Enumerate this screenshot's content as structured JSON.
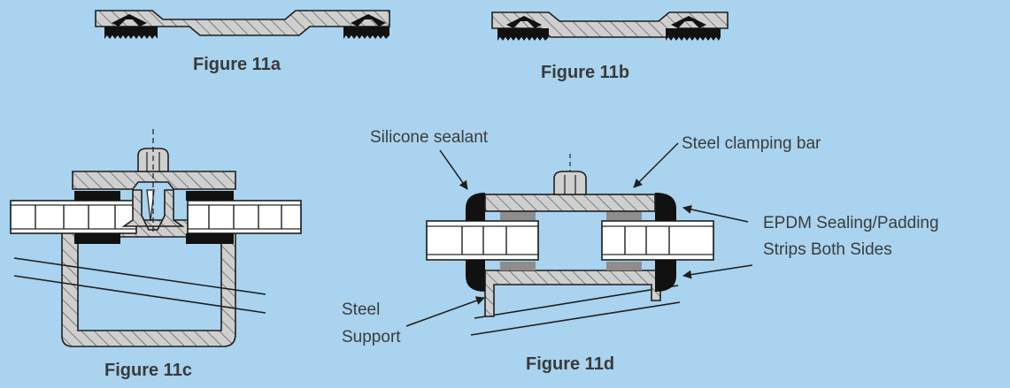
{
  "figures": {
    "fig_a": {
      "caption": "Figure 11a"
    },
    "fig_b": {
      "caption": "Figure 11b"
    },
    "fig_c": {
      "caption": "Figure 11c"
    },
    "fig_d": {
      "caption": "Figure 11d",
      "labels": {
        "silicone": "Silicone sealant",
        "clamping": "Steel clamping bar",
        "epdm_1": "EPDM Sealing/Padding",
        "epdm_2": "Strips Both Sides",
        "support_1": "Steel",
        "support_2": "Support"
      }
    }
  },
  "colors": {
    "background": "#a9d3ee",
    "metal_fill": "#cfcfcf",
    "outline": "#1e1e1e",
    "gasket": "#111111",
    "sheet_fill": "#ffffff",
    "pad_gray": "#8d8d8d"
  }
}
